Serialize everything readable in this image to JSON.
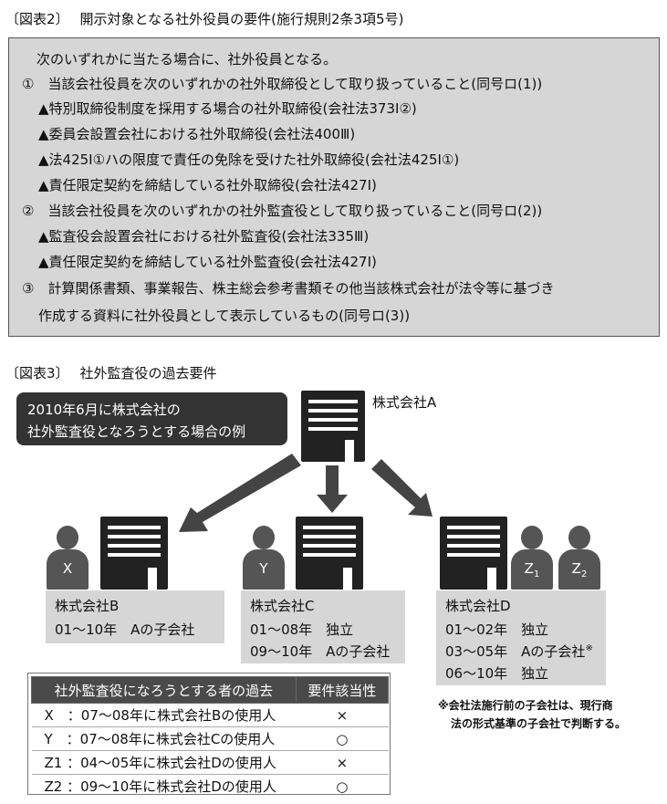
{
  "figure2": {
    "label": "〔図表2〕",
    "title": "開示対象となる社外役員の要件(施行規則2条3項5号)",
    "lines": [
      "次のいずれかに当たる場合に、社外役員となる。",
      "①　当該会社役員を次のいずれかの社外取締役として取り扱っていること(同号ロ(1))",
      "▲特別取締役制度を採用する場合の社外取締役(会社法373Ⅰ②)",
      "▲委員会設置会社における社外取締役(会社法400Ⅲ)",
      "▲法425Ⅰ①ハの限度で責任の免除を受けた社外取締役(会社法425Ⅰ①)",
      "▲責任限定契約を締結している社外取締役(会社法427Ⅰ)",
      "②　当該会社役員を次のいずれかの社外監査役として取り扱っていること(同号ロ(2))",
      "▲監査役会設置会社における社外監査役(会社法335Ⅲ)",
      "▲責任限定契約を締結している社外監査役(会社法427Ⅰ)",
      "③　計算関係書類、事業報告、株主総会参考書類その他当該株式会社が法令等に基づき",
      "作成する資料に社外役員として表示しているもの(同号ロ(3))"
    ]
  },
  "figure3": {
    "label": "〔図表3〕",
    "title": "社外監査役の過去要件",
    "callout": [
      "2010年6月に株式会社の",
      "社外監査役となろうとする場合の例"
    ],
    "company_a": "株式会社A",
    "persons": {
      "x": "X",
      "y": "Y",
      "z1_letter": "Z",
      "z1_sub": "1",
      "z2_letter": "Z",
      "z2_sub": "2"
    },
    "company_b": {
      "name": "株式会社B",
      "rows": [
        "01〜10年　Aの子会社"
      ]
    },
    "company_c": {
      "name": "株式会社C",
      "rows": [
        "01〜08年　独立",
        "09〜10年　Aの子会社"
      ]
    },
    "company_d": {
      "name": "株式会社D",
      "rows": [
        "01〜02年　独立",
        "03〜05年　Aの子会社",
        "06〜10年　独立"
      ],
      "mark": "※"
    },
    "table": {
      "headers": [
        "社外監査役になろうとする者の過去",
        "要件該当性"
      ],
      "rows": [
        {
          "desc": "X　：07〜08年に株式会社Bの使用人",
          "mark": "×"
        },
        {
          "desc": "Y　：07〜08年に株式会社Cの使用人",
          "mark": "○"
        },
        {
          "desc": "Z1 ：04〜05年に株式会社Dの使用人",
          "mark": "×"
        },
        {
          "desc": "Z2 ：09〜10年に株式会社Dの使用人",
          "mark": "○"
        }
      ]
    },
    "note": [
      "※会社法施行前の子会社は、現行商",
      "法の形式基準の子会社で判断する。"
    ]
  }
}
